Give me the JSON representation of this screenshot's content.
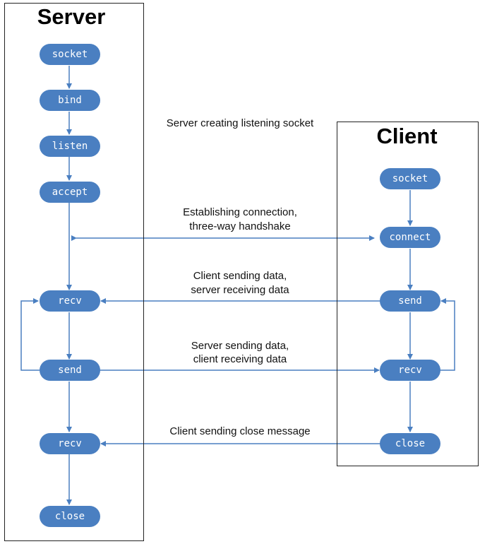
{
  "server": {
    "title": "Server",
    "steps": [
      "socket",
      "bind",
      "listen",
      "accept",
      "recv",
      "send",
      "recv",
      "close"
    ]
  },
  "client": {
    "title": "Client",
    "steps": [
      "socket",
      "connect",
      "send",
      "recv",
      "close"
    ]
  },
  "annotations": {
    "listening": "Server creating listening socket",
    "handshake_line1": "Establishing connection,",
    "handshake_line2": "three-way handshake",
    "client_send_line1": "Client sending data,",
    "client_send_line2": "server receiving data",
    "server_send_line1": "Server sending data,",
    "server_send_line2": "client receiving data",
    "close_message": "Client sending close message"
  },
  "colors": {
    "node_fill": "#4a7fc1",
    "arrow": "#4a7fc1",
    "box_border": "#222222"
  }
}
